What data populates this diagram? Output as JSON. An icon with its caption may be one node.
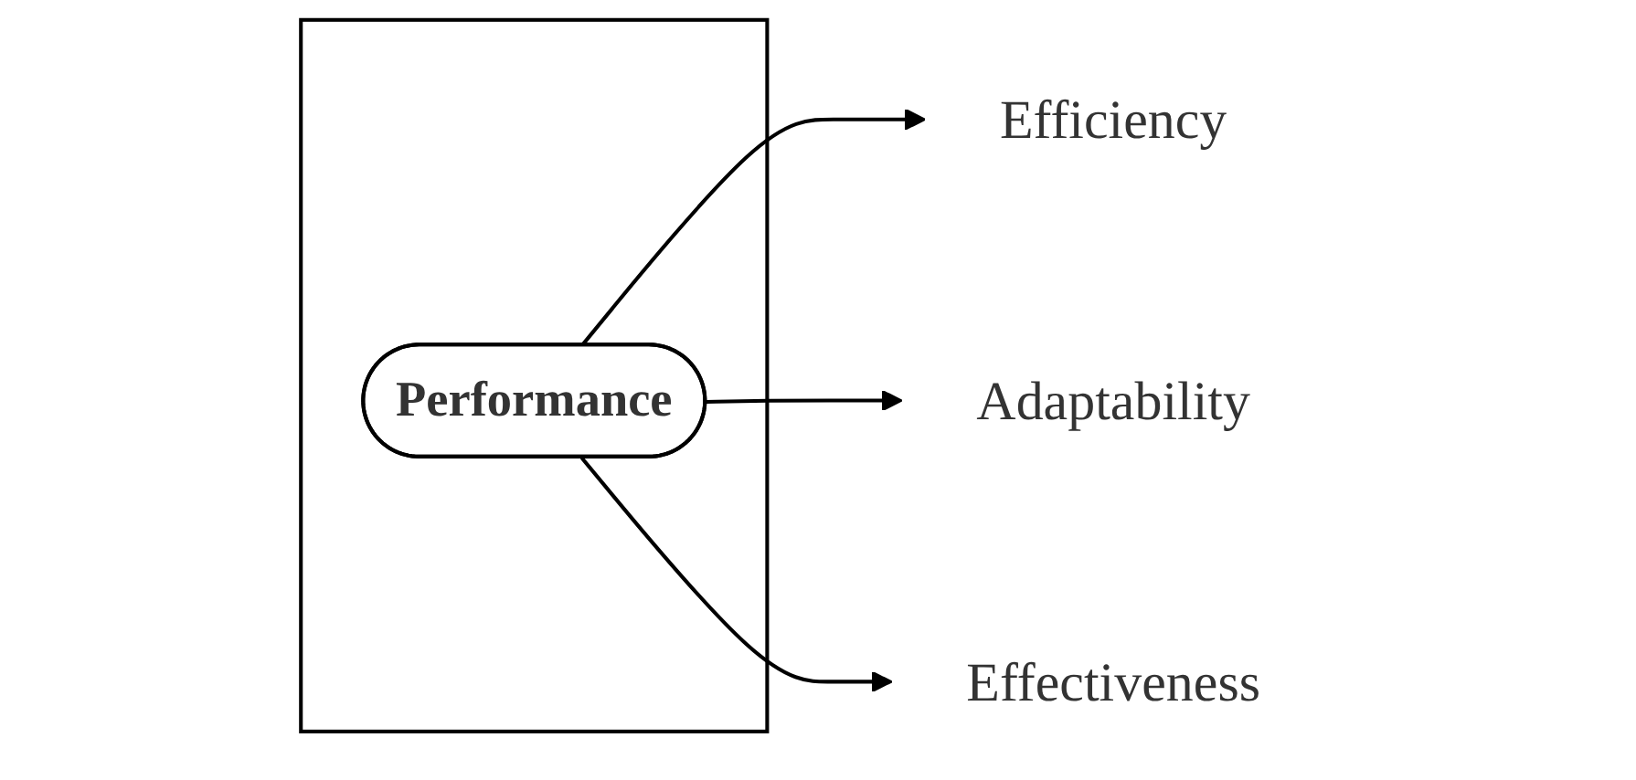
{
  "diagram": {
    "nodes": [
      {
        "text": [],
        "shape": "box"
      },
      {
        "text": [
          "Performance"
        ],
        "in": 0
      },
      {
        "text": [
          "Efficiency"
        ]
      },
      {
        "text": [
          "Adaptability"
        ]
      },
      {
        "text": [
          "Effectiveness"
        ]
      }
    ],
    "edges": [
      {
        "from": 1,
        "to": 2,
        "arrow": "to"
      },
      {
        "from": 1,
        "to": 3,
        "arrow": "to"
      },
      {
        "from": 1,
        "to": 4,
        "arrow": "to"
      }
    ]
  }
}
